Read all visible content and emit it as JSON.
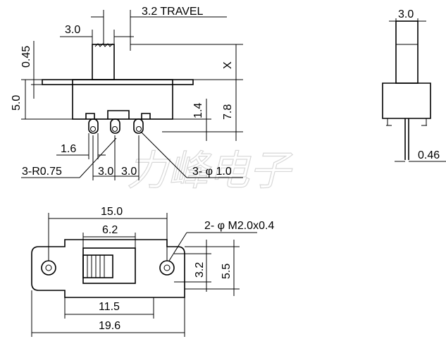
{
  "watermark": "力峰电子",
  "front_view": {
    "travel": "3.2 TRAVEL",
    "actuator_width": "3.0",
    "actuator_gap": "0.45",
    "body_height": "5.0",
    "x_label": "X",
    "height_total": "7.8",
    "pin_length": "1.4",
    "pin_offset": "1.6",
    "radius": "3-R0.75",
    "pitch_1": "3.0",
    "pitch_2": "3.0",
    "hole": "3- φ 1.0"
  },
  "side_view": {
    "actuator_width": "3.0",
    "pin_thickness": "0.46"
  },
  "top_view": {
    "overall_inner": "15.0",
    "slot_width": "6.2",
    "mount_hole": "2- φ M2.0x0.4",
    "hole_dia": "3.2",
    "body_depth": "5.5",
    "body_length": "11.5",
    "overall_length": "19.6"
  }
}
